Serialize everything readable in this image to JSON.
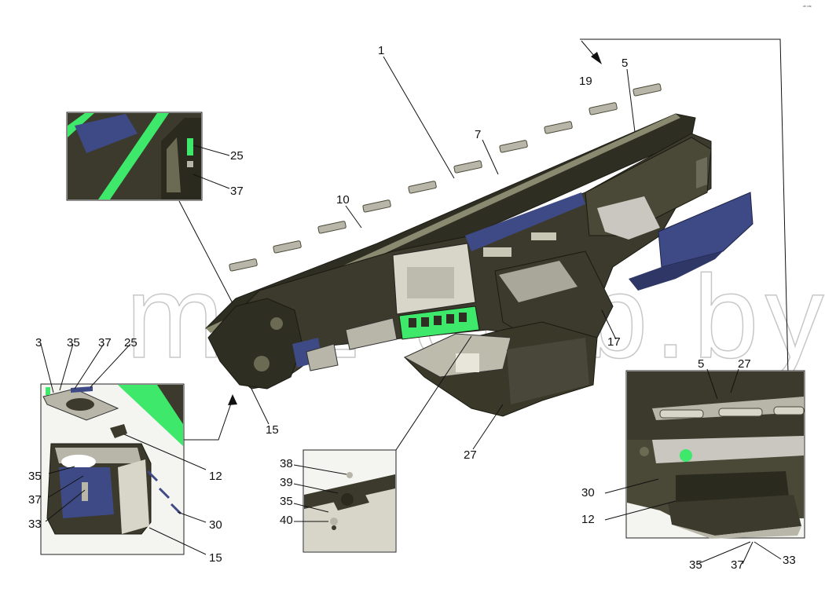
{
  "watermark": "maz-club.by",
  "corner_mark": "ᵃᵇ ᶜᵈᵉ",
  "callouts": {
    "main": [
      {
        "id": "m1",
        "text": "1"
      },
      {
        "id": "m5",
        "text": "5"
      },
      {
        "id": "m19",
        "text": "19"
      },
      {
        "id": "m7",
        "text": "7"
      },
      {
        "id": "m10",
        "text": "10"
      },
      {
        "id": "m15",
        "text": "15"
      },
      {
        "id": "m17",
        "text": "17"
      },
      {
        "id": "m27",
        "text": "27"
      }
    ],
    "detail_top_left": [
      {
        "id": "a25",
        "text": "25"
      },
      {
        "id": "a37",
        "text": "37"
      }
    ],
    "detail_bottom_left": [
      {
        "id": "b3",
        "text": "3"
      },
      {
        "id": "b35",
        "text": "35"
      },
      {
        "id": "b37",
        "text": "37"
      },
      {
        "id": "b25",
        "text": "25"
      },
      {
        "id": "b12",
        "text": "12"
      },
      {
        "id": "b35b",
        "text": "35"
      },
      {
        "id": "b37b",
        "text": "37"
      },
      {
        "id": "b33",
        "text": "33"
      },
      {
        "id": "b30",
        "text": "30"
      },
      {
        "id": "b15",
        "text": "15"
      }
    ],
    "detail_center": [
      {
        "id": "c38",
        "text": "38"
      },
      {
        "id": "c39",
        "text": "39"
      },
      {
        "id": "c35",
        "text": "35"
      },
      {
        "id": "c40",
        "text": "40"
      }
    ],
    "detail_right": [
      {
        "id": "r5",
        "text": "5"
      },
      {
        "id": "r27",
        "text": "27"
      },
      {
        "id": "r30",
        "text": "30"
      },
      {
        "id": "r12",
        "text": "12"
      },
      {
        "id": "r35",
        "text": "35"
      },
      {
        "id": "r37",
        "text": "37"
      },
      {
        "id": "r33",
        "text": "33"
      }
    ]
  },
  "colors": {
    "body": "#3b3a2c",
    "body_light": "#6b6a52",
    "panel_blue": "#3e4a86",
    "accent_green": "#3de86a",
    "silver": "#b8b6a8",
    "frame_bg": "#f4f4f0"
  }
}
